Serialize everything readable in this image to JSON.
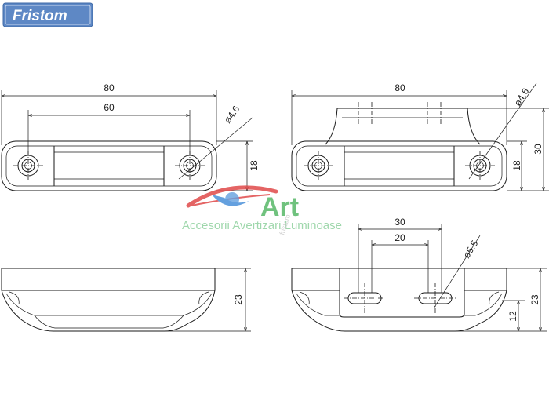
{
  "logo": {
    "text": "Fristom",
    "bg_color": "#5e88c5"
  },
  "watermark": {
    "brand": "Art",
    "tagline": "Accesorii Avertizari Luminoase",
    "side_text": "fristom",
    "colors": {
      "red": "#e04a4a",
      "green": "#58b868",
      "blue": "#4a90d9"
    }
  },
  "views": {
    "top_left": {
      "dim_overall": "80",
      "dim_holes": "60",
      "dim_hole_dia": "ø4.6",
      "dim_height": "18"
    },
    "top_right": {
      "dim_overall": "80",
      "dim_hole_dia": "ø4.6",
      "dim_height": "18",
      "dim_total_height": "30"
    },
    "bottom_left": {
      "dim_height": "23"
    },
    "bottom_right": {
      "dim_slot_outer": "30",
      "dim_slot_inner": "20",
      "dim_slot_dia": "ø5.5",
      "dim_height": "23",
      "dim_base": "12"
    }
  }
}
